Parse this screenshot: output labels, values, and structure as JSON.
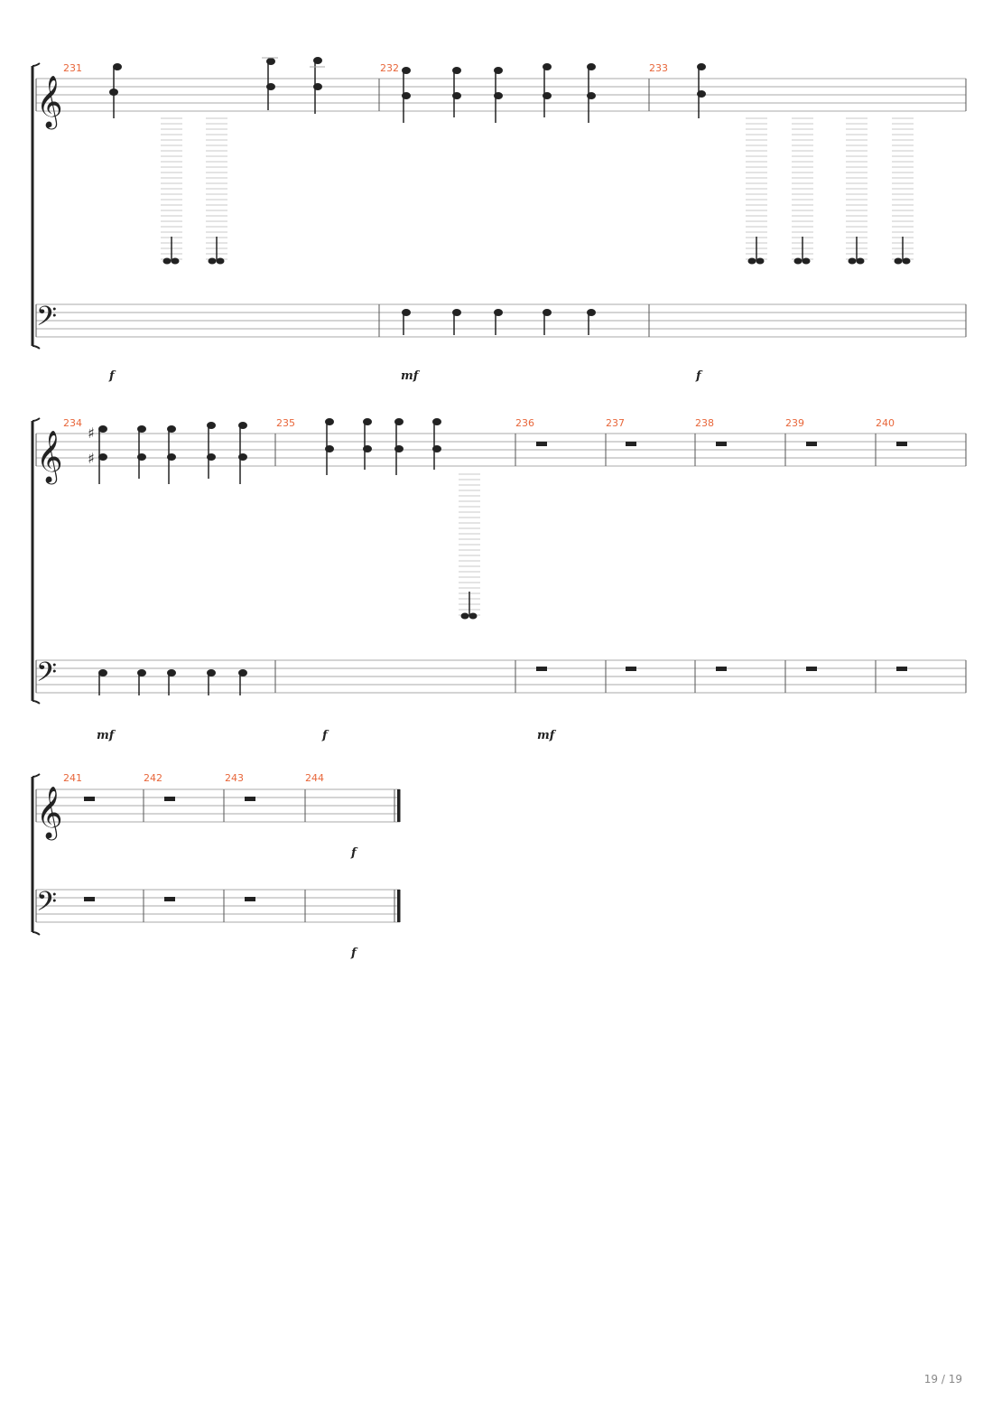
{
  "page": {
    "number": "19 / 19"
  },
  "systems": [
    {
      "id": "system-1",
      "measures": [
        "231",
        "232",
        "233"
      ],
      "dynamics": [
        "f",
        "mf",
        "f"
      ]
    },
    {
      "id": "system-2",
      "measures": [
        "234",
        "235",
        "236",
        "237",
        "238",
        "239",
        "240"
      ],
      "dynamics": [
        "mf",
        "f",
        "mf"
      ]
    },
    {
      "id": "system-3",
      "measures": [
        "241",
        "242",
        "243",
        "244"
      ],
      "dynamics": [
        "f",
        "f"
      ]
    }
  ],
  "colors": {
    "measure_number": "#e8663a",
    "ink": "#222222",
    "staff_line": "#aaaaaa"
  }
}
